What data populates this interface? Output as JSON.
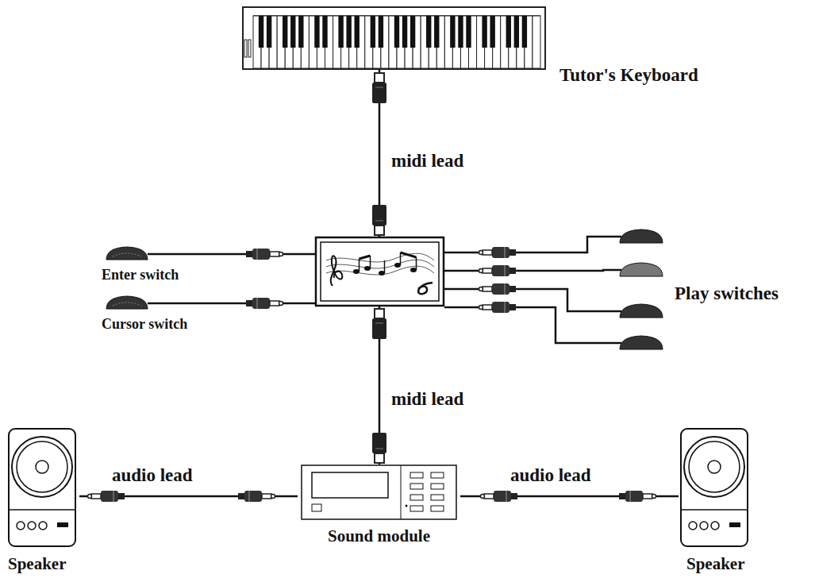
{
  "diagram": {
    "nodes": [
      {
        "text": [
          "Tutor's Keyboard"
        ]
      },
      {
        "text": [
          "Enter switch"
        ]
      },
      {
        "text": []
      },
      {
        "text": [
          "Play switches"
        ]
      },
      {
        "text": [
          "Cursor switch"
        ]
      },
      {
        "text": [
          "Speaker"
        ]
      },
      {
        "text": [
          "Sound module"
        ]
      },
      {
        "text": [
          "Speaker"
        ]
      }
    ],
    "edges": [
      {
        "from": 0,
        "to": 2,
        "label": "midi lead",
        "arrow": "none"
      },
      {
        "from": 1,
        "to": 2,
        "arrow": "none"
      },
      {
        "from": 4,
        "to": 2,
        "arrow": "none"
      },
      {
        "from": 3,
        "to": 2,
        "arrow": "none"
      },
      {
        "from": 3,
        "to": 2,
        "arrow": "none"
      },
      {
        "from": 3,
        "to": 2,
        "arrow": "none"
      },
      {
        "from": 3,
        "to": 2,
        "arrow": "none"
      },
      {
        "from": 2,
        "to": 6,
        "label": "midi lead",
        "arrow": "none"
      },
      {
        "from": 5,
        "to": 6,
        "label": "audio lead",
        "arrow": "none"
      },
      {
        "from": 6,
        "to": 7,
        "label": "audio lead",
        "arrow": "none"
      }
    ]
  }
}
